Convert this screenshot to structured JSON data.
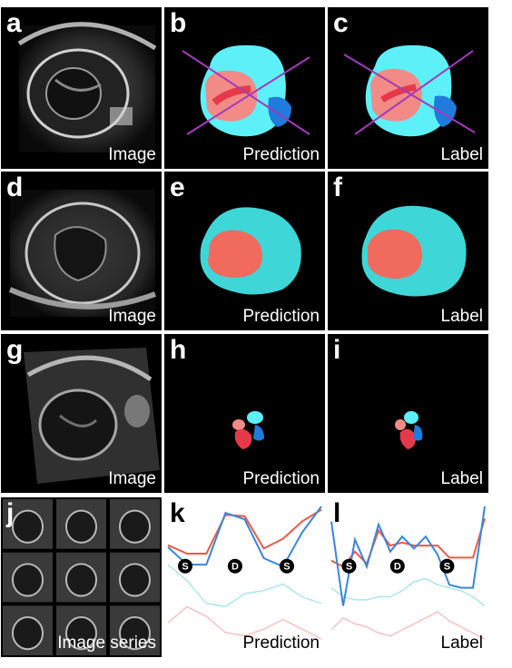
{
  "colors": {
    "background": "#000000",
    "cyan_region": "#3fd6d8",
    "light_cyan_region": "#5df0f8",
    "salmon_region": "#f06a5e",
    "pink_region": "#f28a86",
    "red_region": "#e5394a",
    "blue_region": "#1f7bdc",
    "prediction_line": "#ef5a45",
    "label_line": "#3b86d9",
    "cross_lines": "#a23bb8"
  },
  "panels": {
    "a": {
      "letter": "a",
      "caption": "Image"
    },
    "b": {
      "letter": "b",
      "caption": "Prediction"
    },
    "c": {
      "letter": "c",
      "caption": "Label"
    },
    "d": {
      "letter": "d",
      "caption": "Image"
    },
    "e": {
      "letter": "e",
      "caption": "Prediction"
    },
    "f": {
      "letter": "f",
      "caption": "Label"
    },
    "g": {
      "letter": "g",
      "caption": "Image"
    },
    "h": {
      "letter": "h",
      "caption": "Prediction"
    },
    "i": {
      "letter": "i",
      "caption": "Label"
    },
    "j": {
      "letter": "j",
      "caption": "Image series"
    },
    "k": {
      "letter": "k",
      "caption": "Prediction",
      "markers": [
        "S",
        "D",
        "S"
      ]
    },
    "l": {
      "letter": "l",
      "caption": "Label",
      "markers": [
        "S",
        "D",
        "S"
      ]
    }
  },
  "chart_data": [
    {
      "type": "line",
      "panel": "k",
      "x": [
        0,
        1,
        2,
        3,
        4,
        5,
        6,
        7,
        8
      ],
      "series": [
        {
          "values": [
            0.35,
            0.22,
            0.22,
            0.82,
            0.8,
            0.3,
            0.45,
            0.72,
            0.9
          ],
          "color": "#ef5a45"
        },
        {
          "values": [
            0.32,
            0.05,
            0.05,
            0.85,
            0.75,
            0.15,
            0.02,
            0.55,
            0.95
          ],
          "color": "#3b86d9"
        },
        {
          "values": [
            0.05,
            -0.2,
            -0.55,
            -0.6,
            -0.4,
            -0.35,
            -0.25,
            -0.45,
            -0.55
          ],
          "color": "#aee6ea"
        },
        {
          "values": [
            -0.85,
            -0.6,
            -0.75,
            -1.0,
            -1.05,
            -0.95,
            -0.8,
            -0.95,
            -1.1
          ],
          "color": "#f6c2c2"
        }
      ],
      "markers": [
        {
          "x": 0.9,
          "label": "S"
        },
        {
          "x": 3.5,
          "label": "D"
        },
        {
          "x": 6.2,
          "label": "S"
        }
      ]
    },
    {
      "type": "line",
      "panel": "l",
      "x": [
        0,
        1,
        2,
        3,
        4,
        5,
        6,
        7,
        8,
        9,
        10,
        11,
        12,
        13
      ],
      "series": [
        {
          "values": [
            0.05,
            -0.05,
            0.2,
            0.0,
            0.55,
            0.3,
            0.35,
            0.3,
            0.3,
            0.3,
            0.1,
            0.1,
            0.1,
            0.75
          ],
          "color": "#ef5a45"
        },
        {
          "values": [
            0.7,
            -0.7,
            0.4,
            -0.05,
            0.65,
            0.2,
            0.45,
            0.25,
            0.45,
            0.15,
            -0.35,
            -0.4,
            -0.4,
            0.95
          ],
          "color": "#3b86d9"
        },
        {
          "values": [
            -0.4,
            -0.55,
            -0.6,
            -0.6,
            -0.55,
            -0.55,
            -0.45,
            -0.3,
            -0.25,
            -0.35,
            -0.4,
            -0.45,
            -0.55,
            -0.7
          ],
          "color": "#aee6ea"
        },
        {
          "values": [
            -1.1,
            -0.9,
            -1.0,
            -1.05,
            -1.15,
            -1.2,
            -1.1,
            -1.0,
            -0.9,
            -0.8,
            -0.95,
            -1.05,
            -1.15,
            -1.25
          ],
          "color": "#f6c2c2"
        }
      ],
      "markers": [
        {
          "x": 1.5,
          "label": "S"
        },
        {
          "x": 5.6,
          "label": "D"
        },
        {
          "x": 9.8,
          "label": "S"
        }
      ]
    }
  ]
}
